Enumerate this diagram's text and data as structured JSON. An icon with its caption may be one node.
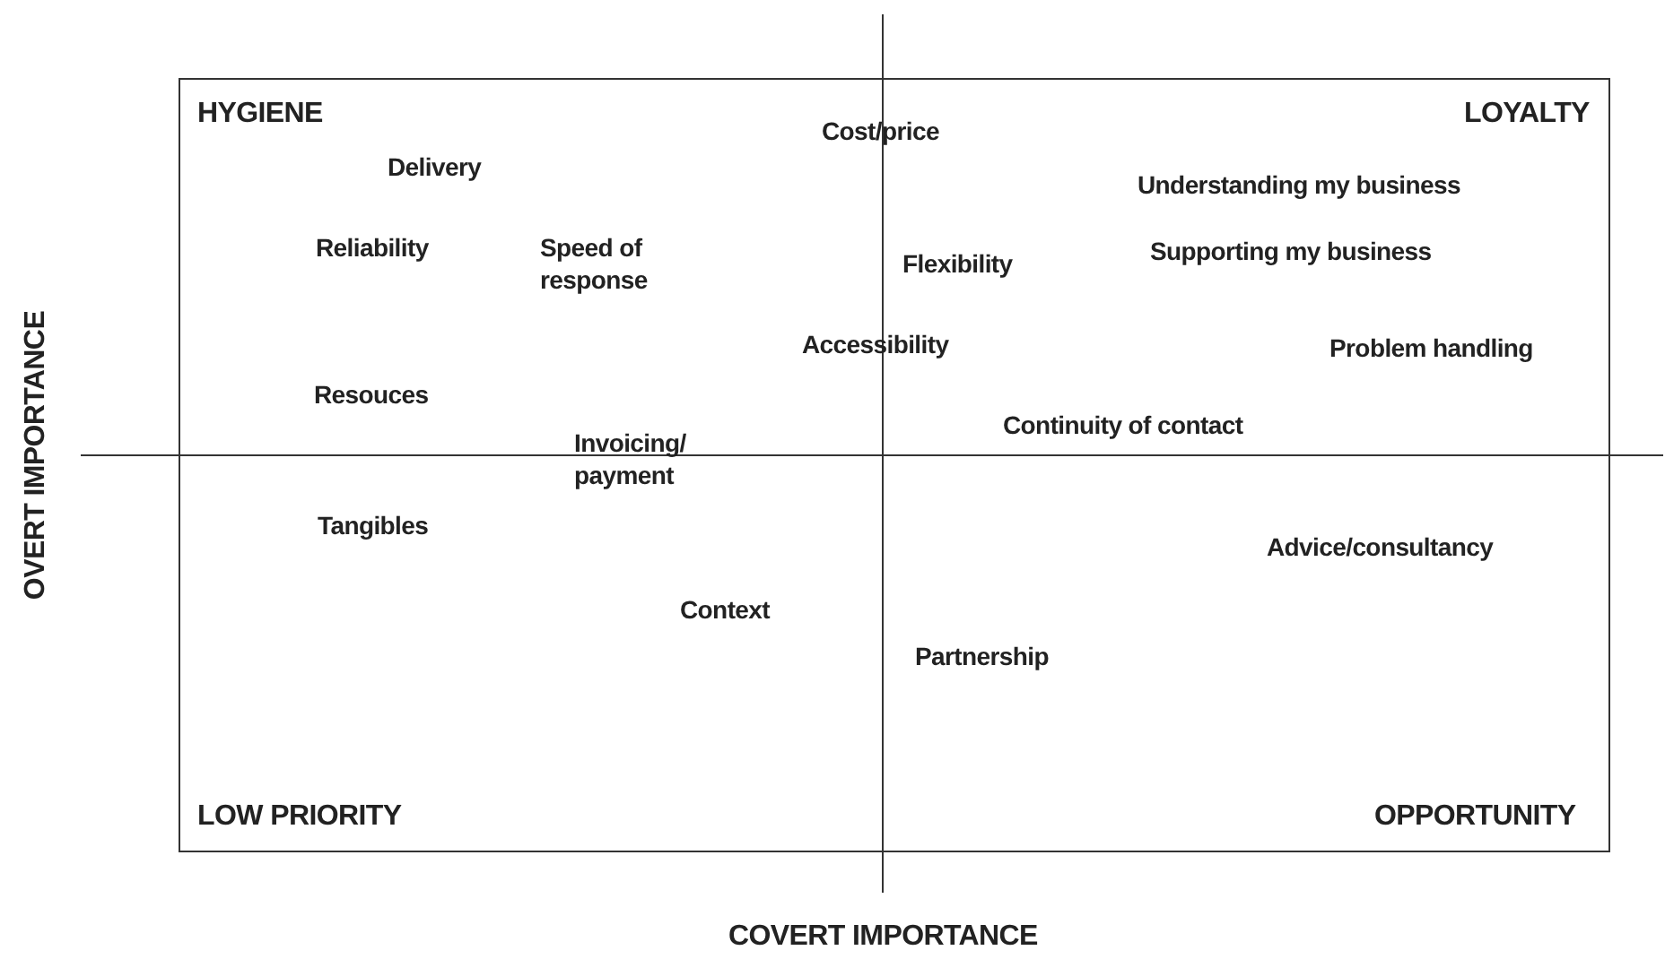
{
  "diagram": {
    "labels": [
      "HYGIENE",
      "LOYALTY",
      "Cost/price",
      "Delivery",
      "Understanding my business",
      "Reliability",
      "Speed of response",
      "Supporting my business",
      "Flexibility",
      "Accessibility",
      "Problem handling",
      "Resouces",
      "Continuity of contact",
      "Invoicing/ payment",
      "Tangibles",
      "Advice/consultancy",
      "Context",
      "Partnership",
      "LOW PRIORITY",
      "OPPORTUNITY",
      "OVERT IMPORTANCE",
      "COVERT IMPORTANCE"
    ]
  }
}
